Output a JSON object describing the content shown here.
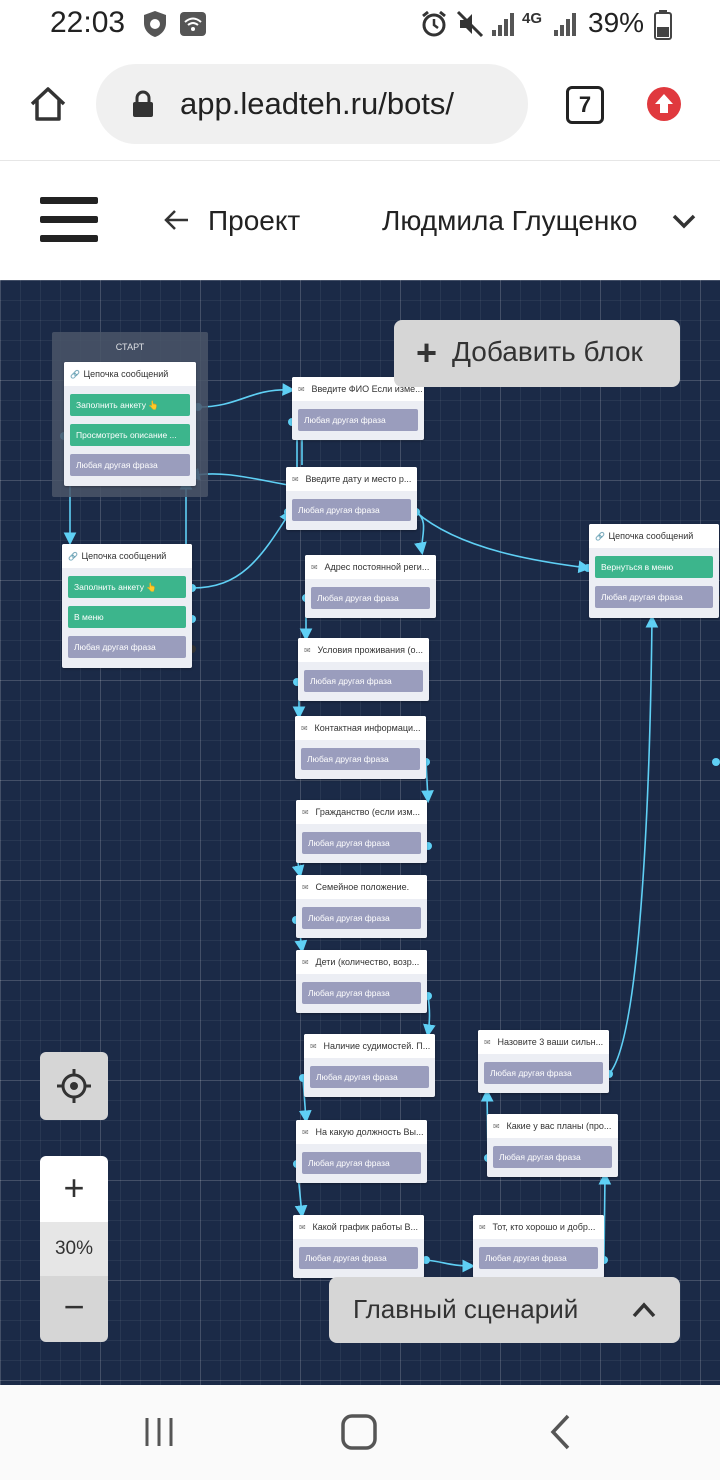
{
  "status_bar": {
    "time": "22:03",
    "battery_percent": "39%",
    "network_label": "4G"
  },
  "browser": {
    "url": "app.leadteh.ru/bots/",
    "tab_count": "7"
  },
  "app_header": {
    "back_label": "Проект",
    "user_name": "Людмила Глущенко"
  },
  "canvas": {
    "start_label": "СТАРТ",
    "add_block_label": "Добавить блок",
    "zoom_level": "30%",
    "zoom_in_label": "+",
    "zoom_out_label": "−",
    "scenario_label": "Главный сценарий",
    "nodes": [
      {
        "id": "chain1",
        "type": "chain",
        "title": "Цепочка сообщений",
        "buttons": [
          {
            "label": "Заполнить анкету 👆",
            "color": "green"
          },
          {
            "label": "Просмотреть описание ...",
            "color": "green"
          },
          {
            "label": "Любая другая фраза",
            "color": "gray"
          }
        ]
      },
      {
        "id": "chain2",
        "type": "chain",
        "title": "Цепочка сообщений",
        "buttons": [
          {
            "label": "Заполнить анкету 👆",
            "color": "green"
          },
          {
            "label": "В меню",
            "color": "green"
          },
          {
            "label": "Любая другая фраза",
            "color": "gray"
          }
        ]
      },
      {
        "id": "chain3",
        "type": "chain",
        "title": "Цепочка сообщений",
        "buttons": [
          {
            "label": "Вернуться в меню",
            "color": "green"
          },
          {
            "label": "Любая другая фраза",
            "color": "gray"
          }
        ]
      },
      {
        "id": "q1",
        "type": "message",
        "title": "Введите ФИО Если изме...",
        "buttons": [
          {
            "label": "Любая другая фраза",
            "color": "gray"
          }
        ]
      },
      {
        "id": "q2",
        "type": "message",
        "title": "Введите дату и место р...",
        "buttons": [
          {
            "label": "Любая другая фраза",
            "color": "gray"
          }
        ]
      },
      {
        "id": "q3",
        "type": "message",
        "title": "Адрес постоянной реги...",
        "buttons": [
          {
            "label": "Любая другая фраза",
            "color": "gray"
          }
        ]
      },
      {
        "id": "q4",
        "type": "message",
        "title": "Условия проживания (о...",
        "buttons": [
          {
            "label": "Любая другая фраза",
            "color": "gray"
          }
        ]
      },
      {
        "id": "q5",
        "type": "message",
        "title": "Контактная информаци...",
        "buttons": [
          {
            "label": "Любая другая фраза",
            "color": "gray"
          }
        ]
      },
      {
        "id": "q6",
        "type": "message",
        "title": "Гражданство (если изм...",
        "buttons": [
          {
            "label": "Любая другая фраза",
            "color": "gray"
          }
        ]
      },
      {
        "id": "q7",
        "type": "message",
        "title": "Семейное положение.",
        "buttons": [
          {
            "label": "Любая другая фраза",
            "color": "gray"
          }
        ]
      },
      {
        "id": "q8",
        "type": "message",
        "title": "Дети (количество, возр...",
        "buttons": [
          {
            "label": "Любая другая фраза",
            "color": "gray"
          }
        ]
      },
      {
        "id": "q9",
        "type": "message",
        "title": "Наличие судимостей. П...",
        "buttons": [
          {
            "label": "Любая другая фраза",
            "color": "gray"
          }
        ]
      },
      {
        "id": "q10",
        "type": "message",
        "title": "На какую должность Вы...",
        "buttons": [
          {
            "label": "Любая другая фраза",
            "color": "gray"
          }
        ]
      },
      {
        "id": "q11",
        "type": "message",
        "title": "Какой график работы В...",
        "buttons": [
          {
            "label": "Любая другая фраза",
            "color": "gray"
          }
        ]
      },
      {
        "id": "q12",
        "type": "message",
        "title": "Тот, кто хорошо и добр...",
        "buttons": [
          {
            "label": "Любая другая фраза",
            "color": "gray"
          }
        ]
      },
      {
        "id": "q13",
        "type": "message",
        "title": "Какие у вас планы (про...",
        "buttons": [
          {
            "label": "Любая другая фраза",
            "color": "gray"
          }
        ]
      },
      {
        "id": "q14",
        "type": "message",
        "title": "Назовите 3 ваши сильн...",
        "buttons": [
          {
            "label": "Любая другая фраза",
            "color": "gray"
          }
        ]
      }
    ]
  },
  "colors": {
    "canvas_bg": "#1b2a47",
    "green_button": "#3cb58c",
    "gray_button": "#9a9dbd",
    "connector": "#5fd0f5",
    "record_icon": "#e0393e"
  }
}
